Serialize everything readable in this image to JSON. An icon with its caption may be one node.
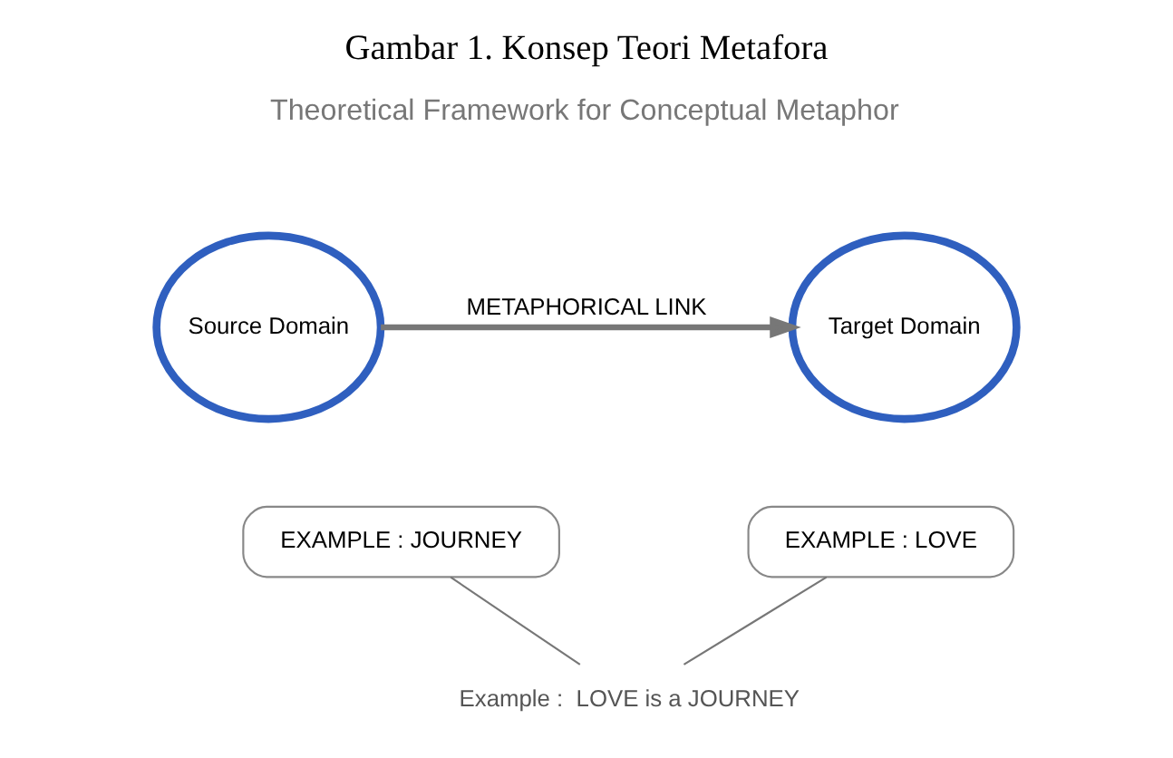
{
  "diagram": {
    "title": "Gambar 1. Konsep Teori Metafora",
    "nodes": [
      {
        "text": [
          "Source Domain"
        ]
      },
      {
        "text": [
          "Target Domain"
        ]
      },
      {
        "text": [
          "EXAMPLE : JOURNEY"
        ]
      },
      {
        "text": [
          "EXAMPLE : LOVE"
        ]
      },
      {
        "text": [
          "Example :  LOVE is a JOURNEY"
        ]
      }
    ],
    "edges": [
      {
        "from": 0,
        "to": 1,
        "arrow": "to",
        "label": "METAPHORICAL LINK",
        "style": "thick"
      },
      {
        "from": 2,
        "to": 4,
        "arrow": "none"
      },
      {
        "from": 3,
        "to": 4,
        "arrow": "none"
      }
    ],
    "labels": [
      "Theoretical Framework for Conceptual Metaphor"
    ]
  }
}
